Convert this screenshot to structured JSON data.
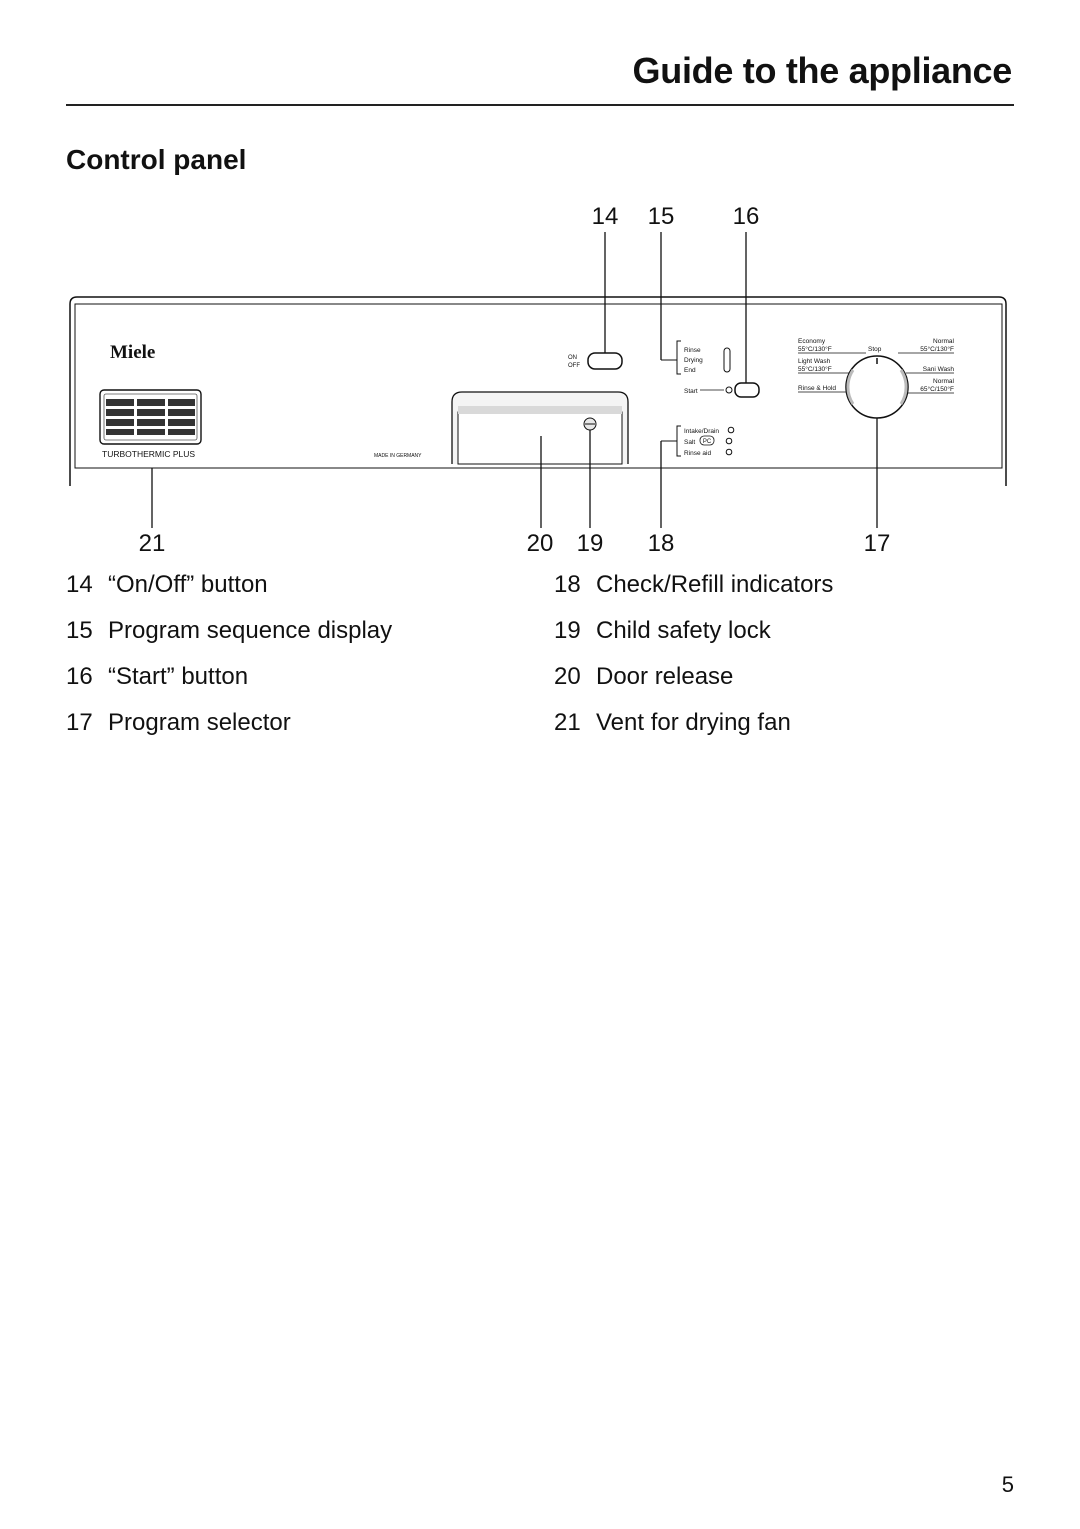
{
  "header": {
    "chapter_title": "Guide to the appliance"
  },
  "section": {
    "title": "Control panel"
  },
  "panel": {
    "brand": "Miele",
    "model": "TURBOTHERMIC PLUS",
    "made_in": "MADE IN GERMANY",
    "on_label": "ON",
    "off_label": "OFF",
    "sequence": {
      "rinse": "Rinse",
      "drying": "Drying",
      "end": "End"
    },
    "start_label": "Start",
    "indicators": {
      "intake_drain": "Intake/Drain",
      "salt": "Salt",
      "salt_badge": "PC",
      "rinse_aid": "Rinse aid"
    },
    "programs": {
      "economy": "Economy",
      "economy_temp": "55°C/130°F",
      "light_wash": "Light Wash",
      "light_wash_temp": "55°C/130°F",
      "rinse_hold": "Rinse & Hold",
      "stop": "Stop",
      "normal_1": "Normal",
      "normal_1_temp": "55°C/130°F",
      "sani_wash": "Sani Wash",
      "normal_2": "Normal",
      "normal_2_temp": "65°C/150°F"
    }
  },
  "callouts": {
    "c14": "14",
    "c15": "15",
    "c16": "16",
    "c17": "17",
    "c18": "18",
    "c19": "19",
    "c20": "20",
    "c21": "21"
  },
  "legend": {
    "left": [
      {
        "num": "14",
        "text": "“On/Off” button"
      },
      {
        "num": "15",
        "text": "Program sequence display"
      },
      {
        "num": "16",
        "text": "“Start” button"
      },
      {
        "num": "17",
        "text": "Program selector"
      }
    ],
    "right": [
      {
        "num": "18",
        "text": "Check/Refill indicators"
      },
      {
        "num": "19",
        "text": "Child safety lock"
      },
      {
        "num": "20",
        "text": "Door release"
      },
      {
        "num": "21",
        "text": "Vent for drying fan"
      }
    ]
  },
  "footer": {
    "page_number": "5"
  }
}
